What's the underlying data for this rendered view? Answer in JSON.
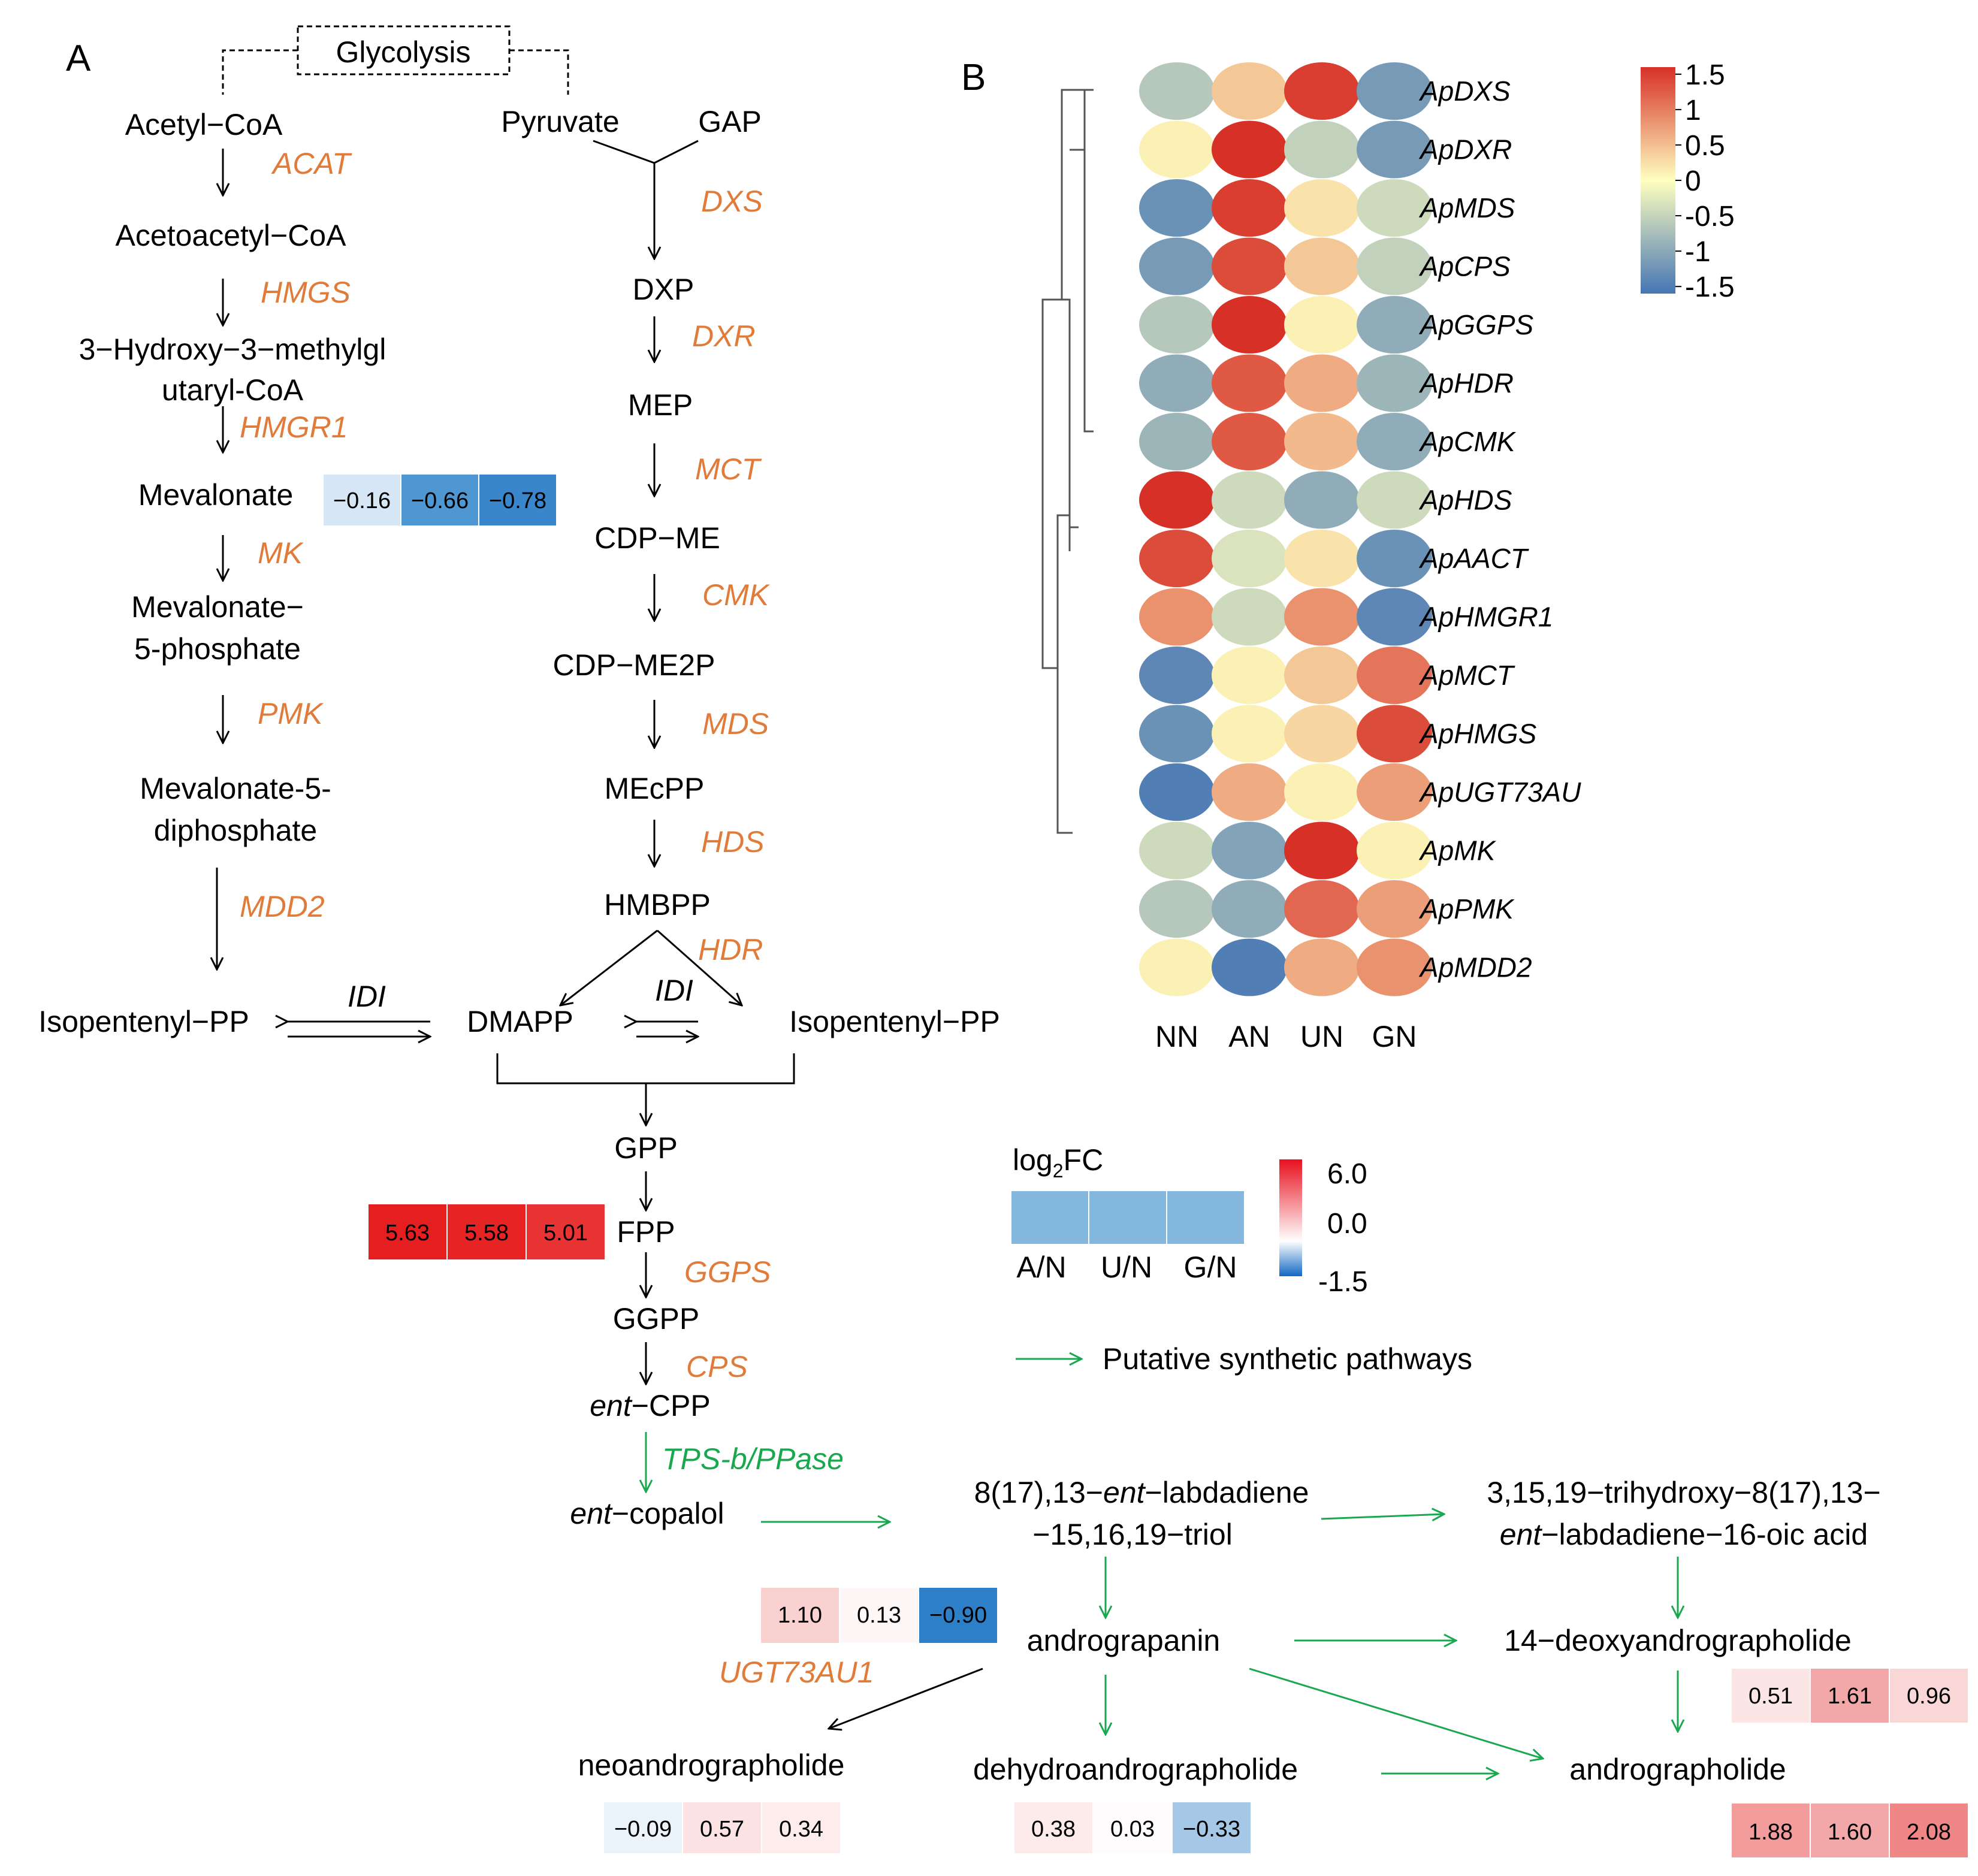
{
  "panels": {
    "a": "A",
    "b": "B"
  },
  "pathway": {
    "glycolysis": "Glycolysis",
    "mva": {
      "acetyl_coa": "Acetyl−CoA",
      "acat": "ACAT",
      "acetoacetyl_coa": "Acetoacetyl−CoA",
      "hmgs": "HMGS",
      "hmg_coa_1": "3−Hydroxy−3−methylgl",
      "hmg_coa_2": "utaryl-CoA",
      "hmgr1": "HMGR1",
      "mevalonate": "Mevalonate",
      "mk": "MK",
      "mev5p_1": "Mevalonate−",
      "mev5p_2": "5-phosphate",
      "pmk": "PMK",
      "mev5pp_1": "Mevalonate-5-",
      "mev5pp_2": "diphosphate",
      "mdd2": "MDD2",
      "ipp_left": "Isopentenyl−PP"
    },
    "mep": {
      "pyruvate": "Pyruvate",
      "gap": "GAP",
      "dxs": "DXS",
      "dxp": "DXP",
      "dxr": "DXR",
      "mep": "MEP",
      "mct": "MCT",
      "cdp_me": "CDP−ME",
      "cmk": "CMK",
      "cdp_me2p": "CDP−ME2P",
      "mds": "MDS",
      "mecpp": "MEcPP",
      "hds": "HDS",
      "hmbpp": "HMBPP",
      "hdr": "HDR",
      "ipp_right": "Isopentenyl−PP"
    },
    "idi": "IDI",
    "dmapp": "DMAPP",
    "gpp": "GPP",
    "fpp": "FPP",
    "ggps": "GGPS",
    "ggpp": "GGPP",
    "cps": "CPS",
    "ent": "ent",
    "cpp_suffix": "−CPP",
    "tps": "TPS-b/PPase",
    "copalol_suffix": "−copalol",
    "labdadiene_1a": "8(17),13−",
    "labdadiene_1b": "−labdadiene",
    "labdadiene_2": "−15,16,19−triol",
    "acid_1": "3,15,19−trihydroxy−8(17),13−",
    "acid_2b": "−labdadiene−16-oic acid",
    "andrograpanin": "andrograpanin",
    "deoxy": "14−deoxyandrographolide",
    "ugt": "UGT73AU1",
    "neoandrographolide": "neoandrographolide",
    "dehydroandrographolide": "dehydroandrographolide",
    "andrographolide": "andrographolide"
  },
  "fc_values": {
    "hmgr1": [
      "−0.16",
      "−0.66",
      "−0.78"
    ],
    "ggps": [
      "5.63",
      "5.58",
      "5.01"
    ],
    "ugt73au1": [
      "1.10",
      "0.13",
      "−0.90"
    ],
    "neoandrographolide": [
      "−0.09",
      "0.57",
      "0.34"
    ],
    "dehydroandrographolide": [
      "0.38",
      "0.03",
      "−0.33"
    ],
    "deoxyandrographolide": [
      "0.51",
      "1.61",
      "0.96"
    ],
    "andrographolide": [
      "1.88",
      "1.60",
      "2.08"
    ]
  },
  "fc_colors": {
    "hmgr1": [
      "#d6e6f4",
      "#4f97d3",
      "#3a86cc"
    ],
    "ggps": [
      "#e51f1f",
      "#e62424",
      "#e83434"
    ],
    "ugt73au1": [
      "#f9d1d1",
      "#fdf7f7",
      "#2d7fc8"
    ],
    "neoandrographolide": [
      "#eaf2fa",
      "#fbe3e3",
      "#fcecec"
    ],
    "dehydroandrographolide": [
      "#fdeaea",
      "#fefcfc",
      "#a5c8e6"
    ],
    "deoxyandrographolide": [
      "#fbe5e5",
      "#f2a8a8",
      "#f9d7d7"
    ],
    "andrographolide": [
      "#f29c9c",
      "#f2a8a8",
      "#ef8787"
    ]
  },
  "fc_legend": {
    "title_main": "log",
    "title_sub": "2",
    "title_end": "FC",
    "columns": [
      "A/N",
      "U/N",
      "G/N"
    ],
    "swatch": "#84b7de",
    "ticks": [
      "6.0",
      "0.0",
      "-1.5"
    ],
    "colors": {
      "high": "#e8101f",
      "mid": "#ffffff",
      "low": "#1167c2"
    }
  },
  "putative_label": "Putative synthetic pathways",
  "colors": {
    "enzyme": "#e07b39",
    "putative": "#1aa84f"
  },
  "heatmap": {
    "columns": [
      "NN",
      "AN",
      "UN",
      "GN"
    ],
    "rows": [
      {
        "gene": "ApDXS",
        "values": [
          -0.6,
          0.4,
          1.4,
          -1.1
        ]
      },
      {
        "gene": "ApDXR",
        "values": [
          0.1,
          1.5,
          -0.5,
          -1.1
        ]
      },
      {
        "gene": "ApMDS",
        "values": [
          -1.2,
          1.4,
          0.2,
          -0.4
        ]
      },
      {
        "gene": "ApCPS",
        "values": [
          -1.1,
          1.3,
          0.4,
          -0.5
        ]
      },
      {
        "gene": "ApGGPS",
        "values": [
          -0.6,
          1.5,
          0.1,
          -0.9
        ]
      },
      {
        "gene": "ApHDR",
        "values": [
          -0.9,
          1.2,
          0.6,
          -0.8
        ]
      },
      {
        "gene": "ApCMK",
        "values": [
          -0.8,
          1.2,
          0.5,
          -0.9
        ]
      },
      {
        "gene": "ApHDS",
        "values": [
          1.5,
          -0.4,
          -0.9,
          -0.4
        ]
      },
      {
        "gene": "ApAACT",
        "values": [
          1.3,
          -0.3,
          0.2,
          -1.2
        ]
      },
      {
        "gene": "ApHMGR1",
        "values": [
          0.8,
          -0.4,
          0.8,
          -1.3
        ]
      },
      {
        "gene": "ApMCT",
        "values": [
          -1.3,
          0.1,
          0.4,
          1.0
        ]
      },
      {
        "gene": "ApHMGS",
        "values": [
          -1.2,
          0.1,
          0.3,
          1.3
        ]
      },
      {
        "gene": "ApUGT73AU",
        "values": [
          -1.4,
          0.6,
          0.1,
          0.7
        ]
      },
      {
        "gene": "ApMK",
        "values": [
          -0.4,
          -1.0,
          1.5,
          0.1
        ]
      },
      {
        "gene": "ApPMK",
        "values": [
          -0.6,
          -0.9,
          1.1,
          0.7
        ]
      },
      {
        "gene": "ApMDD2",
        "values": [
          0.1,
          -1.4,
          0.6,
          0.8
        ]
      }
    ],
    "legend_ticks": [
      "1.5",
      "1",
      "0.5",
      "0",
      "-0.5",
      "-1",
      "-1.5"
    ],
    "colors": {
      "high": "#d73027",
      "mid": "#ffffbf",
      "low": "#4575b4"
    }
  }
}
